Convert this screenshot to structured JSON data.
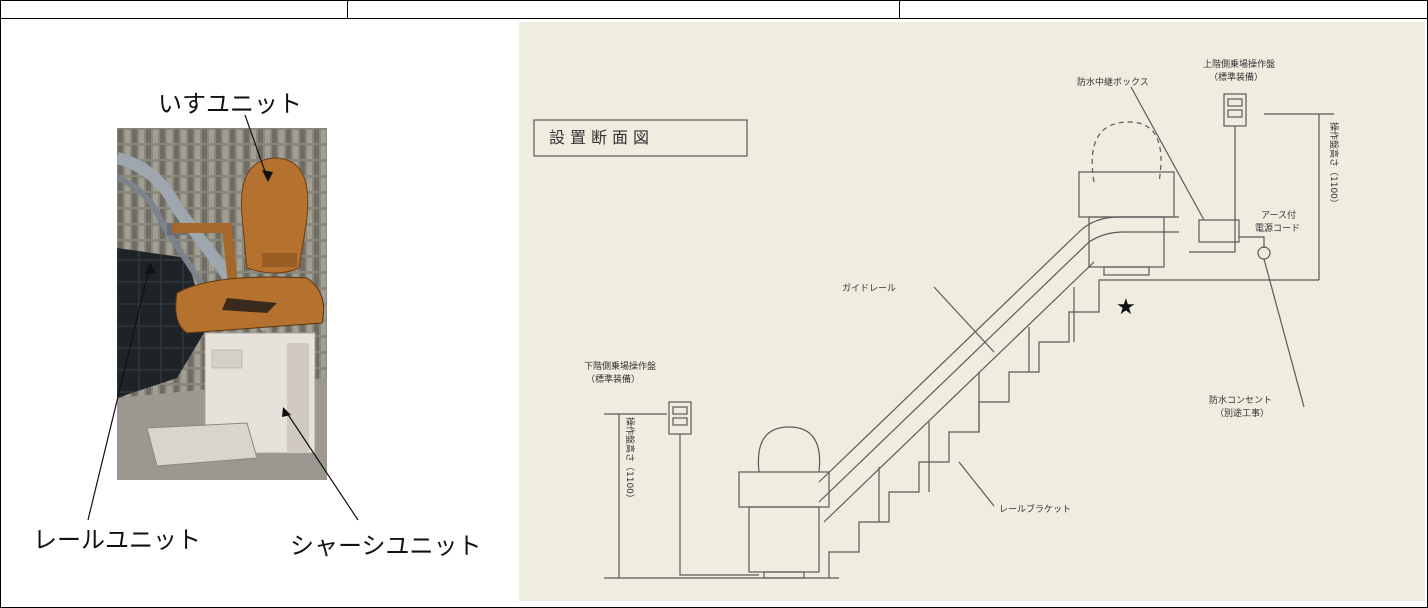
{
  "photo": {
    "callouts": {
      "chair_unit": "いすユニット",
      "rail_unit": "レールユニット",
      "chassis_unit": "シャーシユニット"
    },
    "colors": {
      "seat": "#b5712e",
      "rail": "#9ea6b0",
      "chassis": "#e6e1da",
      "wall": "#7d7b72"
    }
  },
  "diagram": {
    "title": "設置断面図",
    "labels": {
      "upper_panel": "上階側乗場操作盤",
      "upper_panel_note": "（標準装備）",
      "junction_box": "防水中継ボックス",
      "ground_cord_line1": "アース付",
      "ground_cord_line2": "電源コード",
      "height_upper": "操作盤高さ（1100）",
      "guide_rail": "ガイドレール",
      "lower_panel": "下階側乗場操作盤",
      "lower_panel_note": "（標準装備）",
      "height_lower": "操作盤高さ（1100）",
      "outlet": "防水コンセント",
      "outlet_note": "（別途工事）",
      "rail_bracket": "レールブラケット",
      "star": "★"
    },
    "colors": {
      "paper": "#efece0",
      "ink": "#5a5a58"
    }
  }
}
